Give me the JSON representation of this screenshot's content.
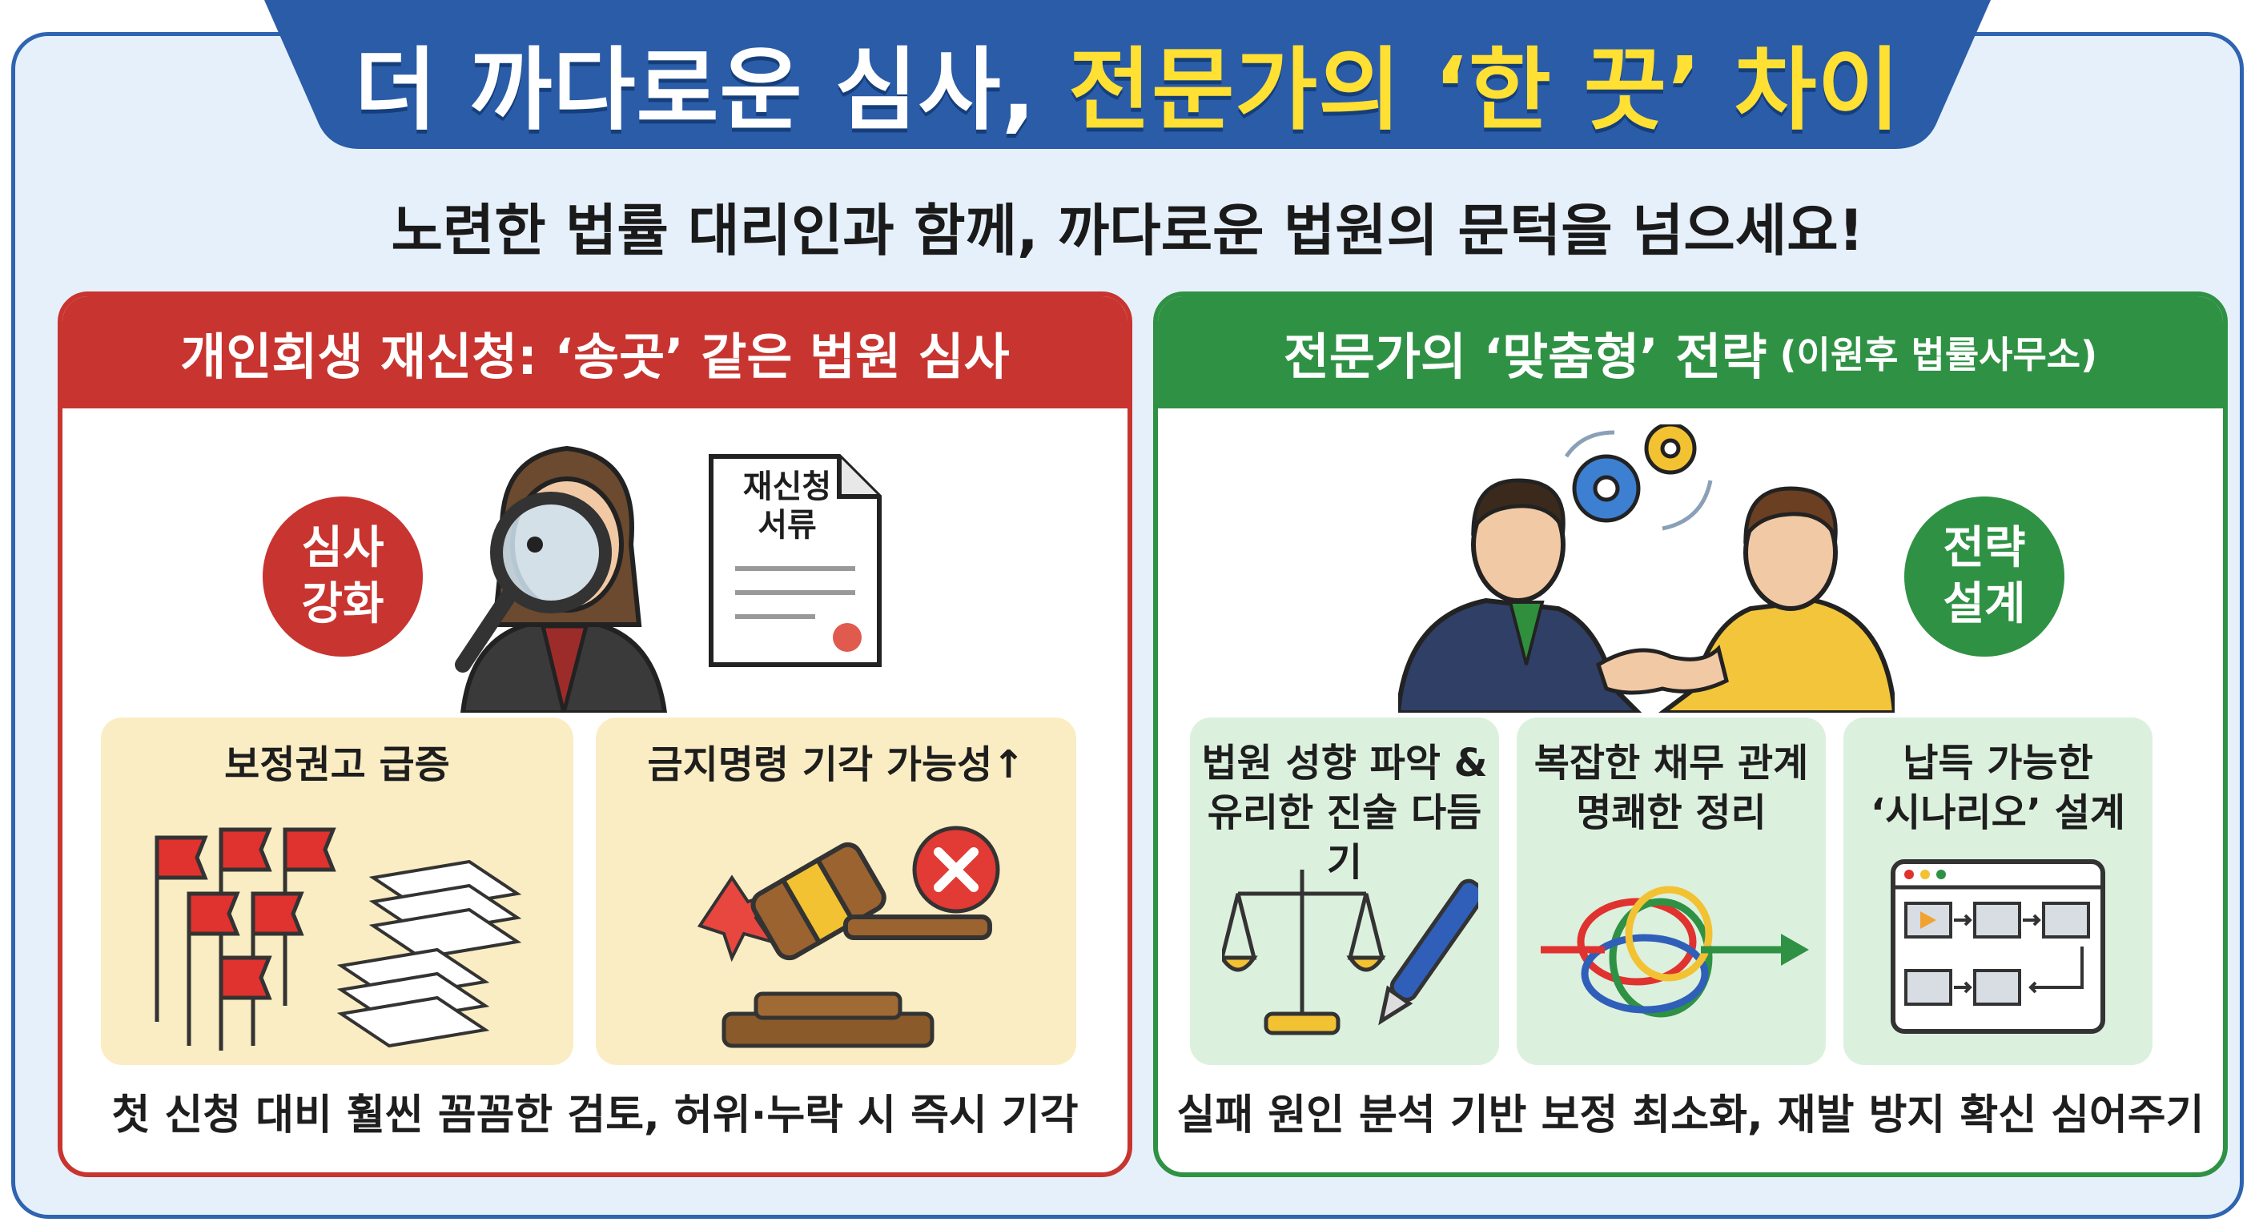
{
  "header": {
    "title_part1": "더 까다로운 심사,",
    "title_part2": "전문가의 ‘한 끗’ 차이",
    "subtitle": "노련한 법률 대리인과 함께, 까다로운 법원의 문턱을 넘으세요!"
  },
  "left_panel": {
    "heading": "개인회생 재신청: ‘송곳’ 같은 법원 심사",
    "badge_line1": "심사",
    "badge_line2": "강화",
    "document_line1": "재신청",
    "document_line2": "서류",
    "cards": [
      {
        "title": "보정권고 급증",
        "icon": "red-flags-and-paper-stacks"
      },
      {
        "title": "금지명령 기각 가능성↑",
        "icon": "gavel-rejected"
      }
    ],
    "footer": "첫 신청 대비 훨씬 꼼꼼한 검토, 허위·누락 시 즉시 기각"
  },
  "right_panel": {
    "heading": "전문가의 ‘맞춤형’ 전략",
    "heading_sub": "(이원후 법률사무소)",
    "badge_line1": "전략",
    "badge_line2": "설계",
    "cards": [
      {
        "title_line1": "법원 성향 파악 &",
        "title_line2": "유리한 진술 다듬기",
        "icon": "scales-and-pen"
      },
      {
        "title_line1": "복잡한 채무 관계",
        "title_line2": "명쾌한 정리",
        "icon": "untangled-knot"
      },
      {
        "title_line1": "납득 가능한",
        "title_line2": "‘시나리오’ 설계",
        "icon": "scenario-storyboard"
      }
    ],
    "footer": "실패 원인 분석 기반 보정 최소화, 재발 방지 확신 심어주기"
  },
  "colors": {
    "frame_blue": "#2e64b0",
    "banner_blue": "#2a5ca8",
    "title_yellow": "#ffe033",
    "left_red": "#c8342f",
    "right_green": "#2f9144",
    "card_yellow": "#fbedc3",
    "card_mint": "#dcf0de",
    "background": "#e6f0fa"
  }
}
